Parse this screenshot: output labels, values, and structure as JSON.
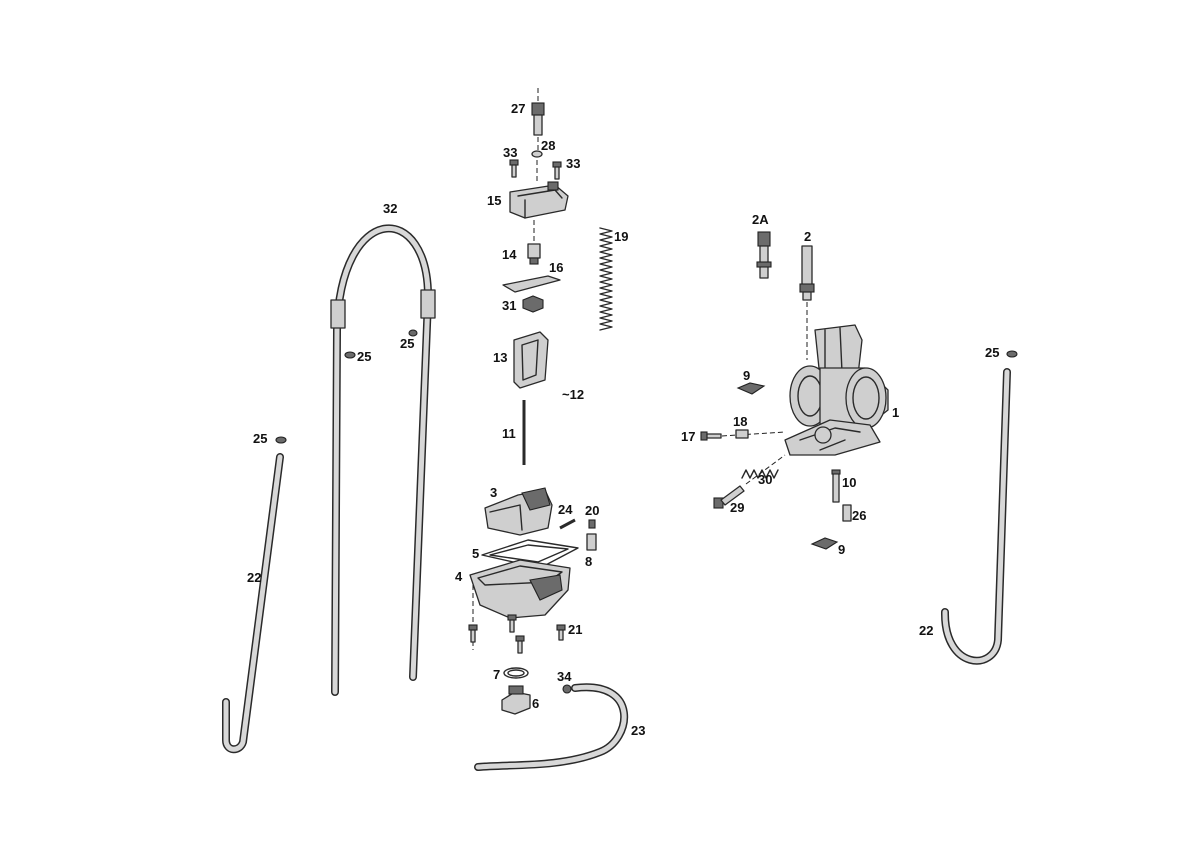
{
  "callouts": {
    "c1": "1",
    "c2": "2",
    "c2a": "2A",
    "c3": "3",
    "c4": "4",
    "c5": "5",
    "c6": "6",
    "c7": "7",
    "c8": "8",
    "c9a": "9",
    "c9b": "9",
    "c10": "10",
    "c11": "11",
    "c12": "~12",
    "c13": "13",
    "c14": "14",
    "c15": "15",
    "c16": "16",
    "c17": "17",
    "c18": "18",
    "c19": "19",
    "c20": "20",
    "c21": "21",
    "c22a": "22",
    "c22b": "22",
    "c23": "23",
    "c24": "24",
    "c25a": "25",
    "c25b": "25",
    "c25c": "25",
    "c25d": "25",
    "c26": "26",
    "c27": "27",
    "c28": "28",
    "c29": "29",
    "c30": "30",
    "c31": "31",
    "c32": "32",
    "c33a": "33",
    "c33b": "33",
    "c34": "34"
  },
  "colors": {
    "line": "#2a2a2a",
    "fill": "#cfcfcf",
    "background": "#ffffff"
  }
}
